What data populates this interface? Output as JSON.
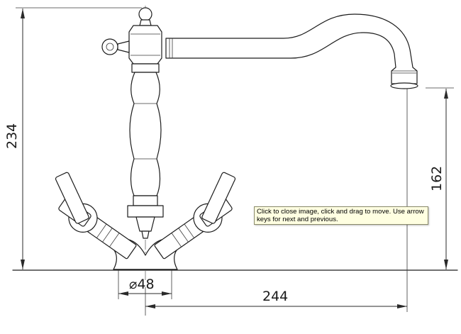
{
  "dimensions": {
    "overall_height": "234",
    "spout_height": "162",
    "base_diameter": "⌀48",
    "spout_reach": "244"
  },
  "tooltip": {
    "text": "Click to close image, click and drag to move. Use arrow keys for next and previous."
  },
  "colors": {
    "line": "#1c1c1c",
    "background": "#ffffff",
    "tooltip_bg": "#ffffe1"
  }
}
